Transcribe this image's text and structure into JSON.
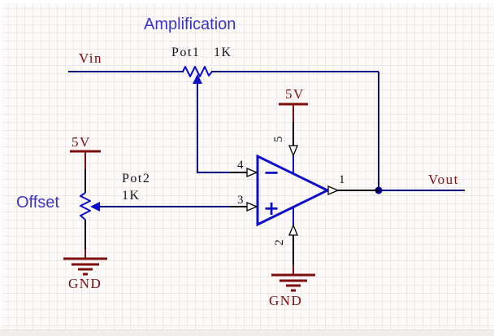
{
  "colors": {
    "wire": "#000080",
    "component": "#0d0dcc",
    "power_net": "#7d0d0d",
    "annotation": "#3a35c8",
    "pin_text": "#141414",
    "junction": "#000080"
  },
  "annotations": {
    "amplification": "Amplification",
    "offset": "Offset"
  },
  "nets": {
    "vin": "Vin",
    "vout": "Vout",
    "vcc_top": "5V",
    "vcc_left": "5V",
    "gnd_left": "GND",
    "gnd_right": "GND"
  },
  "components": {
    "pot1": {
      "designator": "Pot1",
      "value": "1K"
    },
    "pot2": {
      "designator": "Pot2",
      "value": "1K"
    },
    "opamp": {
      "pin_inverting": "4",
      "pin_noninverting": "3",
      "pin_output": "1",
      "pin_vplus": "5",
      "pin_vminus": "2",
      "minus_sign": "−",
      "plus_sign": "+"
    }
  }
}
